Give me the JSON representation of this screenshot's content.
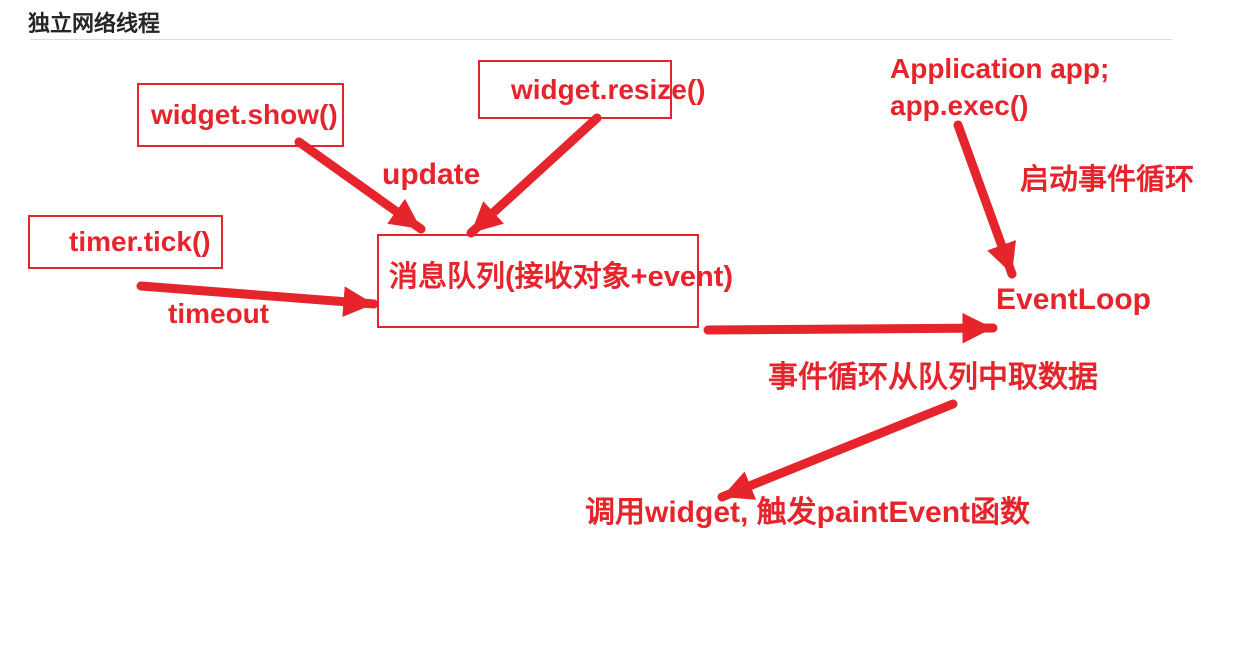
{
  "page": {
    "title": "独立网络线程",
    "background": "#ffffff",
    "accent_red": "#e5242b",
    "title_color": "#262626",
    "divider_color": "#dcdcdc"
  },
  "diagram": {
    "nodes": {
      "widget_show": "widget.show()",
      "widget_resize": "widget.resize()",
      "timer_tick": "timer.tick()",
      "message_queue": "消息队列(接收对象+event)",
      "application_line1": "Application app;",
      "application_line2": "app.exec()",
      "event_loop": "EventLoop",
      "invoke_widget": "调用widget, 触发paintEvent函数"
    },
    "edge_labels": {
      "update": "update",
      "timeout": "timeout",
      "start_event_loop": "启动事件循环",
      "fetch_from_queue": "事件循环从队列中取数据"
    },
    "edges": [
      {
        "from": "widget_show",
        "to": "message_queue",
        "label": "update"
      },
      {
        "from": "widget_resize",
        "to": "message_queue",
        "label": ""
      },
      {
        "from": "timer_tick",
        "to": "message_queue",
        "label": "timeout"
      },
      {
        "from": "message_queue",
        "to": "event_loop",
        "label": "事件循环从队列中取数据"
      },
      {
        "from": "application",
        "to": "event_loop",
        "label": "启动事件循环"
      },
      {
        "from": "event_loop",
        "to": "invoke_widget",
        "label": ""
      }
    ]
  }
}
